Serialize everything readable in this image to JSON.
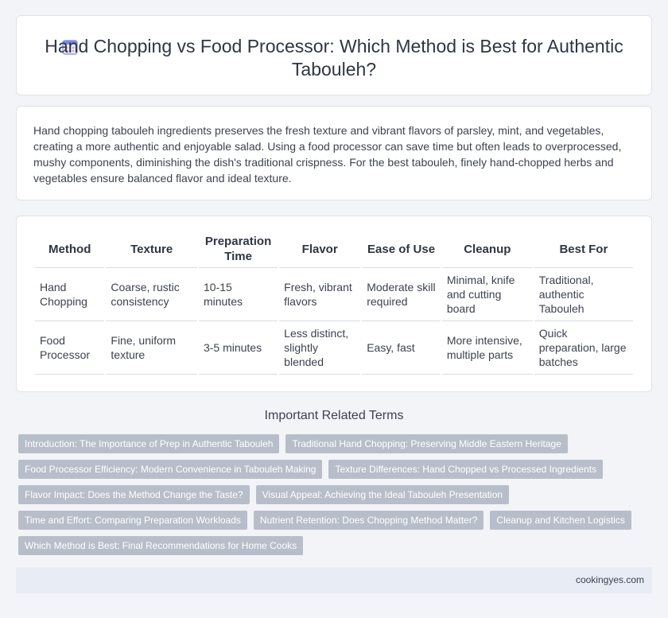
{
  "header": {
    "title": "Hand Chopping vs Food Processor: Which Method is Best for Authentic Tabouleh?",
    "icon": "calendar-icon"
  },
  "intro": {
    "text": "Hand chopping tabouleh ingredients preserves the fresh texture and vibrant flavors of parsley, mint, and vegetables, creating a more authentic and enjoyable salad. Using a food processor can save time but often leads to overprocessed, mushy components, diminishing the dish's traditional crispness. For the best tabouleh, finely hand-chopped herbs and vegetables ensure balanced flavor and ideal texture."
  },
  "table": {
    "headers": [
      "Method",
      "Texture",
      "Preparation Time",
      "Flavor",
      "Ease of Use",
      "Cleanup",
      "Best For"
    ],
    "rows": [
      [
        "Hand Chopping",
        "Coarse, rustic consistency",
        "10-15 minutes",
        "Fresh, vibrant flavors",
        "Moderate skill required",
        "Minimal, knife and cutting board",
        "Traditional, authentic Tabouleh"
      ],
      [
        "Food Processor",
        "Fine, uniform texture",
        "3-5 minutes",
        "Less distinct, slightly blended",
        "Easy, fast",
        "More intensive, multiple parts",
        "Quick preparation, large batches"
      ]
    ]
  },
  "related": {
    "title": "Important Related Terms",
    "tags": [
      "Introduction: The Importance of Prep in Authentic Tabouleh",
      "Traditional Hand Chopping: Preserving Middle Eastern Heritage",
      "Food Processor Efficiency: Modern Convenience in Tabouleh Making",
      "Texture Differences: Hand Chopped vs Processed Ingredients",
      "Flavor Impact: Does the Method Change the Taste?",
      "Visual Appeal: Achieving the Ideal Tabouleh Presentation",
      "Time and Effort: Comparing Preparation Workloads",
      "Nutrient Retention: Does Chopping Method Matter?",
      "Cleanup and Kitchen Logistics",
      "Which Method is Best: Final Recommendations for Home Cooks"
    ]
  },
  "footer": {
    "site": "cookingyes.com"
  },
  "colors": {
    "tag_bg": "#b8bec9",
    "footer_bg": "#e8ecf5",
    "icon_accent": "#7b8de0"
  }
}
